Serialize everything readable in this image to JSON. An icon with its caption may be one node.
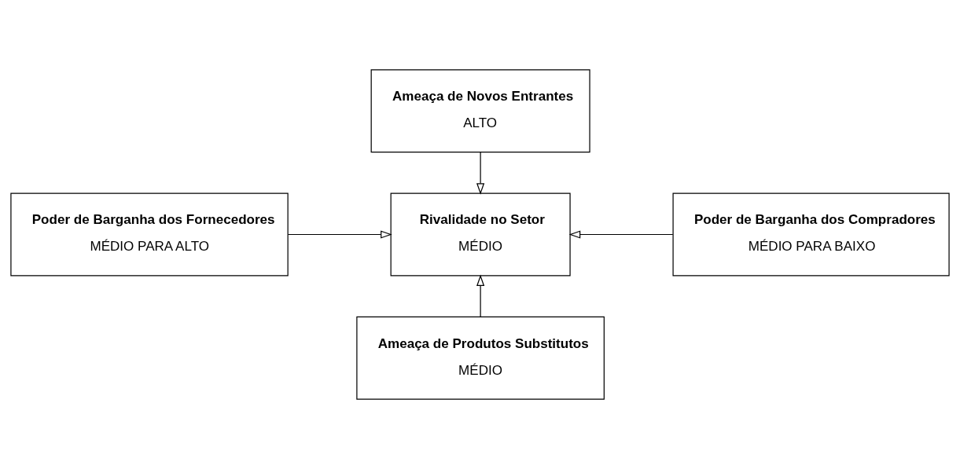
{
  "diagram": {
    "nodes": [
      {
        "text": [
          "Ameaça de Novos Entrantes",
          "ALTO"
        ]
      },
      {
        "text": [
          "Poder de Barganha dos Fornecedores",
          "MÉDIO PARA ALTO"
        ]
      },
      {
        "text": [
          "Rivalidade no Setor",
          "MÉDIO"
        ]
      },
      {
        "text": [
          "Poder de Barganha dos Compradores",
          "MÉDIO PARA BAIXO"
        ]
      },
      {
        "text": [
          "Ameaça de Produtos Substitutos",
          "MÉDIO"
        ]
      }
    ],
    "edges": [
      {
        "from": 0,
        "to": 2,
        "arrow": "to"
      },
      {
        "from": 1,
        "to": 2,
        "arrow": "to"
      },
      {
        "from": 3,
        "to": 2,
        "arrow": "to"
      },
      {
        "from": 4,
        "to": 2,
        "arrow": "to"
      }
    ]
  }
}
